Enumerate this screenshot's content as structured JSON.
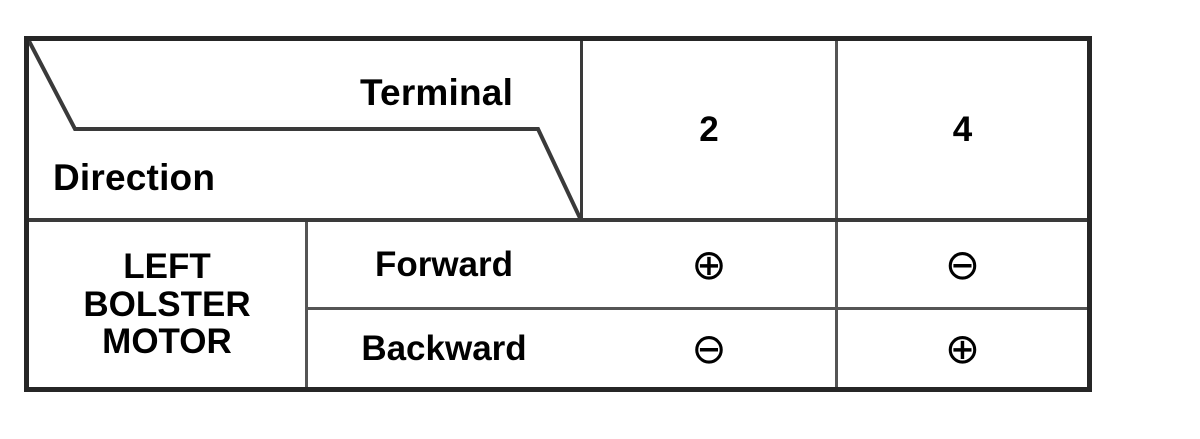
{
  "table": {
    "header": {
      "corner": {
        "terminal_label": "Terminal",
        "direction_label": "Direction"
      },
      "terminal_columns": [
        {
          "label": "2"
        },
        {
          "label": "4"
        }
      ]
    },
    "body": {
      "component_label": "LEFT\nBOLSTER\nMOTOR",
      "component_label_lines": [
        "LEFT",
        "BOLSTER",
        "MOTOR"
      ],
      "rows": [
        {
          "direction": "Forward",
          "cells": [
            {
              "symbol": "⊕",
              "polarity": "positive"
            },
            {
              "symbol": "⊖",
              "polarity": "negative"
            }
          ]
        },
        {
          "direction": "Backward",
          "cells": [
            {
              "symbol": "⊖",
              "polarity": "negative"
            },
            {
              "symbol": "⊕",
              "polarity": "positive"
            }
          ]
        }
      ]
    },
    "colors": {
      "background": "#ffffff",
      "text": "#000000",
      "outer_border": "#262626",
      "inner_rule": "#555555",
      "header_rule": "#3a3a3a"
    }
  }
}
